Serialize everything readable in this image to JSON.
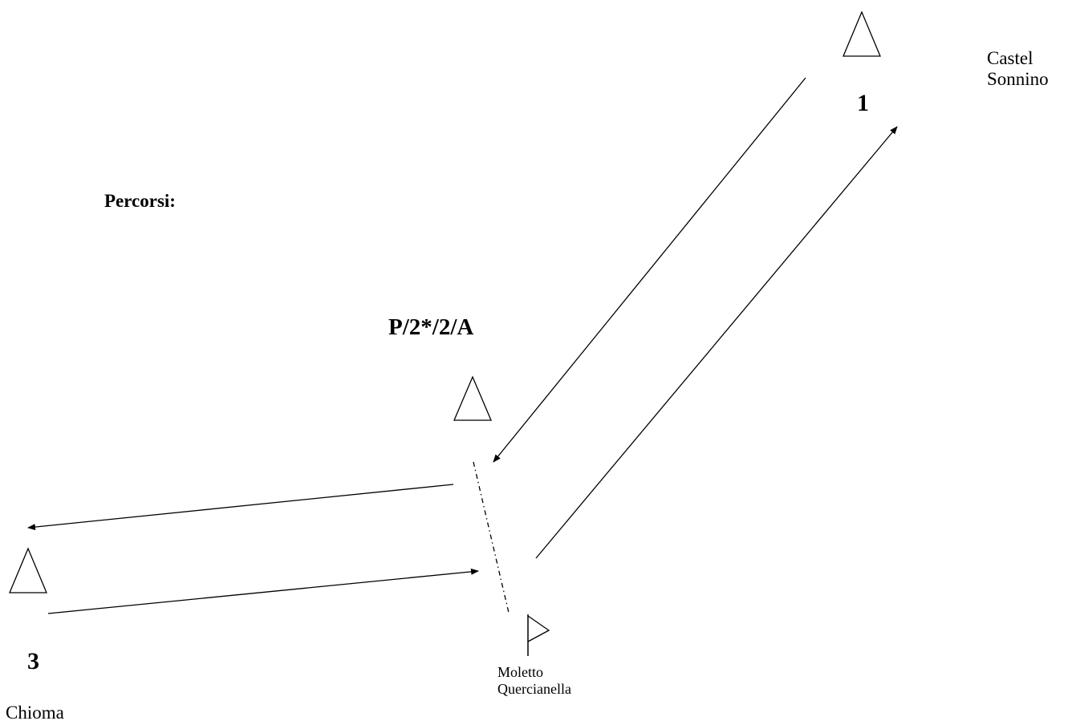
{
  "title": "Percorsi:",
  "course_code": "P/2*/2/A",
  "marks": {
    "mark_1": {
      "number": "1",
      "name_line1": "Castel",
      "name_line2": "Sonnino"
    },
    "mark_3": {
      "number": "3",
      "name_line1": "Chioma"
    },
    "start": {
      "name_line1": "Moletto",
      "name_line2": "Quercianella"
    }
  },
  "colors": {
    "ink": "#000000",
    "background": "#ffffff"
  },
  "icons": {
    "buoy": "triangle-outline",
    "start_flag": "pennant-flag"
  }
}
